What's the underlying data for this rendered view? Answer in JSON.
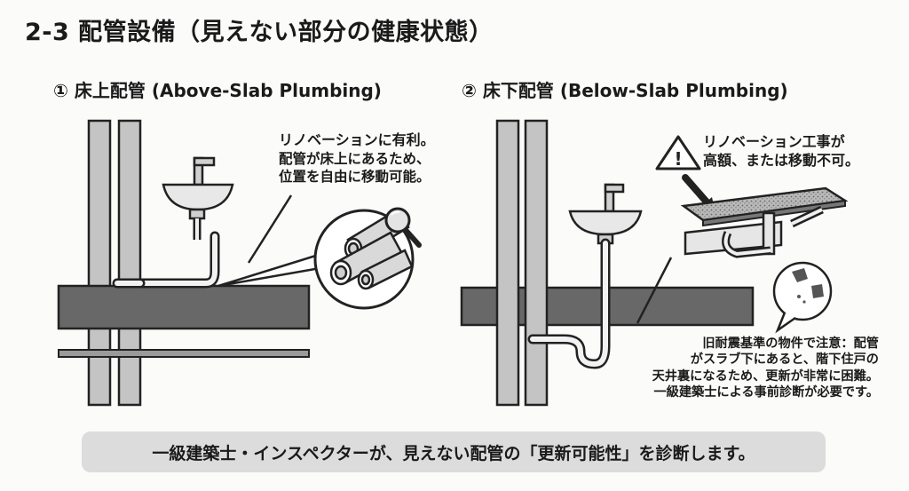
{
  "title": "2-3 配管設備（見えない部分の健康状態）",
  "panel_left": {
    "heading": "① 床上配管 (Above-Slab Plumbing)",
    "callout_lines": [
      "リノベーションに有利。",
      "配管が床上にあるため、",
      "位置を自由に移動可能。"
    ]
  },
  "panel_right": {
    "heading": "② 床下配管 (Below-Slab Plumbing)",
    "warning_lines": [
      "リノベーション工事が",
      "高額、または移動不可。"
    ],
    "caution_lines": [
      "旧耐震基準の物件で注意：配管",
      "がスラブ下にあると、階下住戸の",
      "天井裏になるため、更新が非常に困難。",
      "一級建築士による事前診断が必要です。"
    ]
  },
  "footer": "一級建築士・インスペクターが、見えない配管の「更新可能性」を診断します。",
  "icons": [
    "magnifier-icon",
    "warning-icon"
  ]
}
